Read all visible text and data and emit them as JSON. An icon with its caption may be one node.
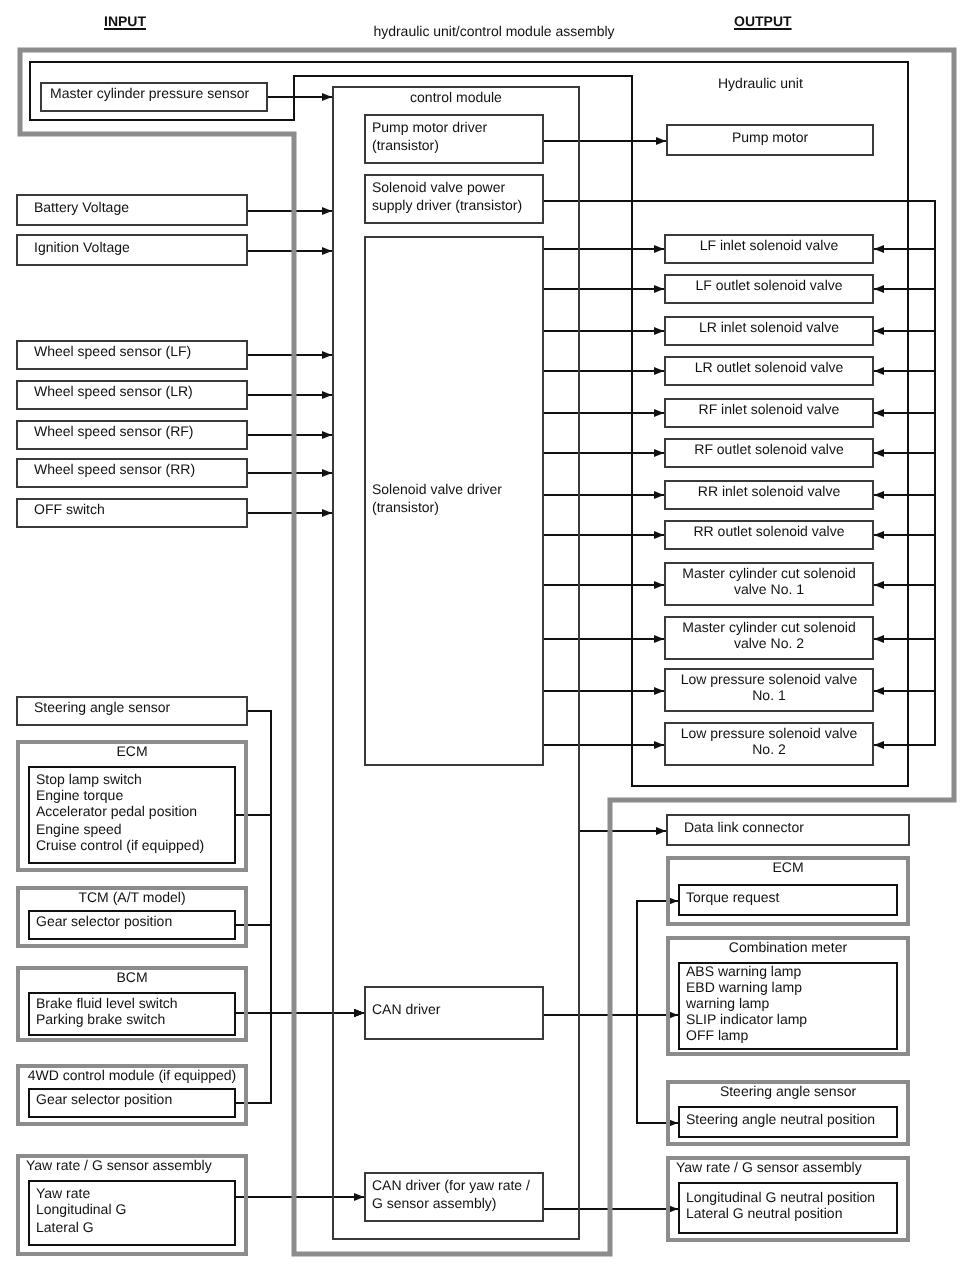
{
  "diagram": {
    "nodes": [
      {
        "text": [
          "hydraulic unit/control module assembly"
        ]
      },
      {
        "text": [
          "Hydraulic unit"
        ],
        "in": 0
      },
      {
        "text": [
          "Master cylinder pressure sensor"
        ],
        "in": 1
      },
      {
        "text": [
          "control module"
        ],
        "in": 0
      },
      {
        "text": [
          "Pump motor driver (transistor)"
        ],
        "in": 3
      },
      {
        "text": [
          "Solenoid valve power supply driver (transistor)"
        ],
        "in": 3
      },
      {
        "text": [
          "Solenoid valve driver (transistor)"
        ],
        "in": 3
      },
      {
        "text": [
          "CAN driver"
        ],
        "in": 3
      },
      {
        "text": [
          "CAN driver (for yaw rate / G sensor assembly)"
        ],
        "in": 3
      },
      {
        "text": [
          "Pump motor"
        ],
        "in": 1
      },
      {
        "text": [
          "LF inlet solenoid valve"
        ],
        "in": 1
      },
      {
        "text": [
          "LF outlet solenoid valve"
        ],
        "in": 1
      },
      {
        "text": [
          "LR inlet solenoid valve"
        ],
        "in": 1
      },
      {
        "text": [
          "LR outlet solenoid valve"
        ],
        "in": 1
      },
      {
        "text": [
          "RF inlet solenoid valve"
        ],
        "in": 1
      },
      {
        "text": [
          "RF outlet solenoid valve"
        ],
        "in": 1
      },
      {
        "text": [
          "RR inlet solenoid valve"
        ],
        "in": 1
      },
      {
        "text": [
          "RR outlet solenoid valve"
        ],
        "in": 1
      },
      {
        "text": [
          "Master cylinder cut solenoid valve No. 1"
        ],
        "in": 1
      },
      {
        "text": [
          "Master cylinder cut solenoid valve No. 2"
        ],
        "in": 1
      },
      {
        "text": [
          "Low pressure solenoid valve No. 1"
        ],
        "in": 1
      },
      {
        "text": [
          "Low pressure solenoid valve No. 2"
        ],
        "in": 1
      },
      {
        "text": [
          "Battery Voltage"
        ]
      },
      {
        "text": [
          "Ignition Voltage"
        ]
      },
      {
        "text": [
          "Wheel speed sensor (LF)"
        ]
      },
      {
        "text": [
          "Wheel speed sensor (LR)"
        ]
      },
      {
        "text": [
          "Wheel speed sensor (RF)"
        ]
      },
      {
        "text": [
          "Wheel speed sensor (RR)"
        ]
      },
      {
        "text": [
          "OFF switch"
        ]
      },
      {
        "text": [
          "Steering angle sensor"
        ]
      },
      {
        "text": [
          "ECM"
        ]
      },
      {
        "text": [
          "Stop lamp switch",
          "Engine torque",
          "Accelerator pedal position",
          "Engine speed",
          "Cruise control (if equipped)"
        ],
        "in": 30
      },
      {
        "text": [
          "TCM (A/T model)"
        ]
      },
      {
        "text": [
          "Gear selector position"
        ],
        "in": 32
      },
      {
        "text": [
          "BCM"
        ]
      },
      {
        "text": [
          "Brake fluid level switch",
          "Parking brake switch"
        ],
        "in": 34
      },
      {
        "text": [
          "4WD control module (if equipped)"
        ]
      },
      {
        "text": [
          "Gear selector position"
        ],
        "in": 36
      },
      {
        "text": [
          "Yaw rate / G sensor assembly"
        ]
      },
      {
        "text": [
          "Yaw rate",
          "Longitudinal G",
          "Lateral G"
        ],
        "in": 38
      },
      {
        "text": [
          "Data link connector"
        ]
      },
      {
        "text": [
          "ECM"
        ]
      },
      {
        "text": [
          "Torque request"
        ],
        "in": 41
      },
      {
        "text": [
          "Combination meter"
        ]
      },
      {
        "text": [
          "ABS warning lamp",
          "EBD warning lamp",
          "warning lamp",
          "SLIP indicator lamp",
          "OFF lamp"
        ],
        "in": 43
      },
      {
        "text": [
          "Steering angle sensor"
        ]
      },
      {
        "text": [
          "Steering angle neutral position"
        ],
        "in": 45
      },
      {
        "text": [
          "Yaw rate / G sensor assembly"
        ]
      },
      {
        "text": [
          "Longitudinal G neutral position",
          "Lateral G neutral position"
        ],
        "in": 47
      }
    ],
    "edges": [
      {
        "from": 2,
        "to": 3,
        "arrow": "to"
      },
      {
        "from": 22,
        "to": 3,
        "arrow": "to"
      },
      {
        "from": 23,
        "to": 3,
        "arrow": "to"
      },
      {
        "from": 24,
        "to": 3,
        "arrow": "to"
      },
      {
        "from": 25,
        "to": 3,
        "arrow": "to"
      },
      {
        "from": 26,
        "to": 3,
        "arrow": "to"
      },
      {
        "from": 27,
        "to": 3,
        "arrow": "to"
      },
      {
        "from": 28,
        "to": 3,
        "arrow": "to"
      },
      {
        "from": 4,
        "to": 9,
        "arrow": "to"
      },
      {
        "from": 5,
        "to": 10,
        "arrow": "to"
      },
      {
        "from": 5,
        "to": 11,
        "arrow": "to"
      },
      {
        "from": 5,
        "to": 12,
        "arrow": "to"
      },
      {
        "from": 5,
        "to": 13,
        "arrow": "to"
      },
      {
        "from": 5,
        "to": 14,
        "arrow": "to"
      },
      {
        "from": 5,
        "to": 15,
        "arrow": "to"
      },
      {
        "from": 5,
        "to": 16,
        "arrow": "to"
      },
      {
        "from": 5,
        "to": 17,
        "arrow": "to"
      },
      {
        "from": 5,
        "to": 18,
        "arrow": "to"
      },
      {
        "from": 5,
        "to": 19,
        "arrow": "to"
      },
      {
        "from": 5,
        "to": 20,
        "arrow": "to"
      },
      {
        "from": 5,
        "to": 21,
        "arrow": "to"
      },
      {
        "from": 6,
        "to": 10,
        "arrow": "to"
      },
      {
        "from": 6,
        "to": 11,
        "arrow": "to"
      },
      {
        "from": 6,
        "to": 12,
        "arrow": "to"
      },
      {
        "from": 6,
        "to": 13,
        "arrow": "to"
      },
      {
        "from": 6,
        "to": 14,
        "arrow": "to"
      },
      {
        "from": 6,
        "to": 15,
        "arrow": "to"
      },
      {
        "from": 6,
        "to": 16,
        "arrow": "to"
      },
      {
        "from": 6,
        "to": 17,
        "arrow": "to"
      },
      {
        "from": 6,
        "to": 18,
        "arrow": "to"
      },
      {
        "from": 6,
        "to": 19,
        "arrow": "to"
      },
      {
        "from": 6,
        "to": 20,
        "arrow": "to"
      },
      {
        "from": 6,
        "to": 21,
        "arrow": "to"
      },
      {
        "from": 29,
        "to": 7,
        "arrow": "to"
      },
      {
        "from": 31,
        "to": 7,
        "arrow": "to"
      },
      {
        "from": 33,
        "to": 7,
        "arrow": "to"
      },
      {
        "from": 35,
        "to": 7,
        "arrow": "to"
      },
      {
        "from": 37,
        "to": 7,
        "arrow": "to"
      },
      {
        "from": 39,
        "to": 8,
        "arrow": "to"
      },
      {
        "from": 3,
        "to": 40,
        "arrow": "to"
      },
      {
        "from": 7,
        "to": 42,
        "arrow": "to"
      },
      {
        "from": 7,
        "to": 44,
        "arrow": "to"
      },
      {
        "from": 7,
        "to": 46,
        "arrow": "to"
      },
      {
        "from": 8,
        "to": 48,
        "arrow": "to"
      }
    ],
    "labels": [
      "INPUT",
      "OUTPUT"
    ]
  }
}
